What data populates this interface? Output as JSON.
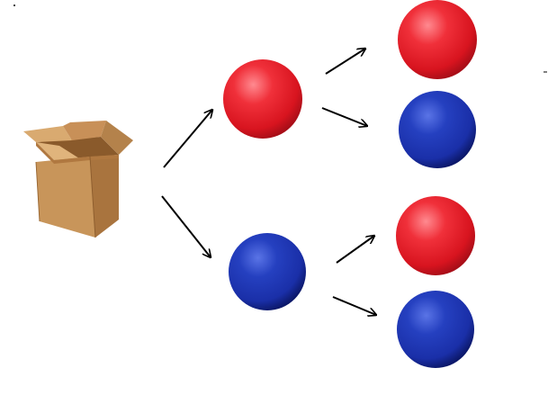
{
  "diagram": {
    "source": {
      "icon": "cardboard-box-icon",
      "colors": {
        "front": "#c8955a",
        "side": "#a9743e",
        "inner": "#8a5a2b",
        "flap_light": "#d9aa70",
        "flap_dark": "#b4824b"
      }
    },
    "first_draw": [
      {
        "icon": "red-ball-icon",
        "color": "red"
      },
      {
        "icon": "blue-ball-icon",
        "color": "blue"
      }
    ],
    "second_draw": [
      {
        "after": "red",
        "outcomes": [
          {
            "icon": "red-ball-icon",
            "color": "red"
          },
          {
            "icon": "blue-ball-icon",
            "color": "blue"
          }
        ]
      },
      {
        "after": "blue",
        "outcomes": [
          {
            "icon": "red-ball-icon",
            "color": "red"
          },
          {
            "icon": "blue-ball-icon",
            "color": "blue"
          }
        ]
      }
    ],
    "palette": {
      "red": "#e8202c",
      "red_highlight": "#ff8a90",
      "red_shadow": "#b0101a",
      "blue": "#1a2fa8",
      "blue_highlight": "#4f6ae0",
      "blue_shadow": "#0c186a",
      "arrow": "#000000"
    }
  }
}
